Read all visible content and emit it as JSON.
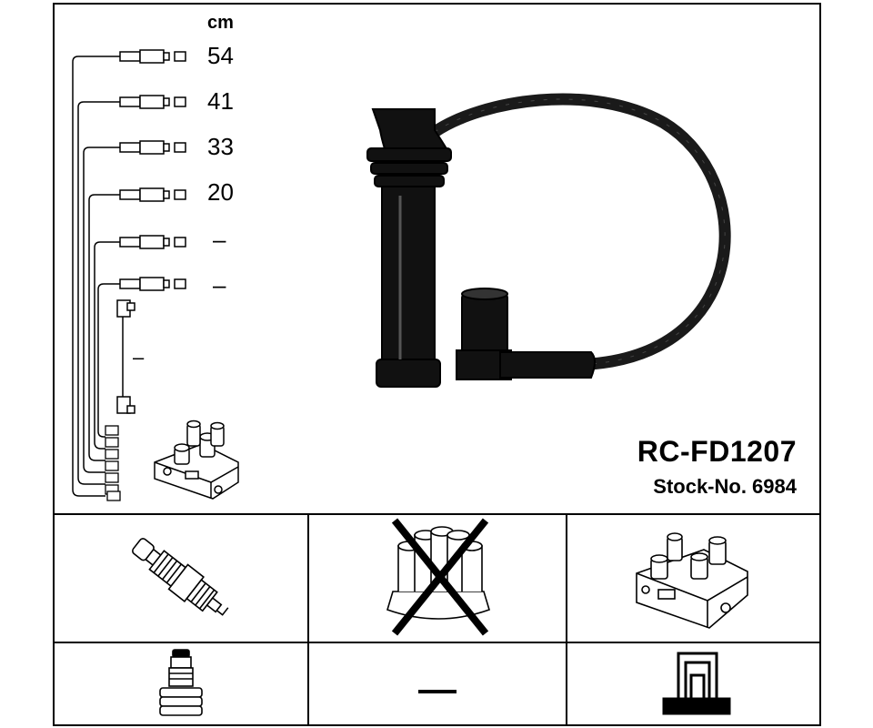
{
  "header": {
    "unit": "cm"
  },
  "lengths": [
    "54",
    "41",
    "33",
    "20",
    "–",
    "–"
  ],
  "extra_length": "–",
  "product": {
    "code": "RC-FD1207",
    "stock": "Stock-No. 6984"
  },
  "components": {
    "spark_plug": "spark-plug-icon",
    "distributor_cap": "distributor-cap-crossed-icon",
    "ignition_coil": "ignition-coil-icon",
    "plug_connector": "plug-connector-icon",
    "distributor_connector": "–",
    "coil_connector": "coil-connector-icon"
  }
}
